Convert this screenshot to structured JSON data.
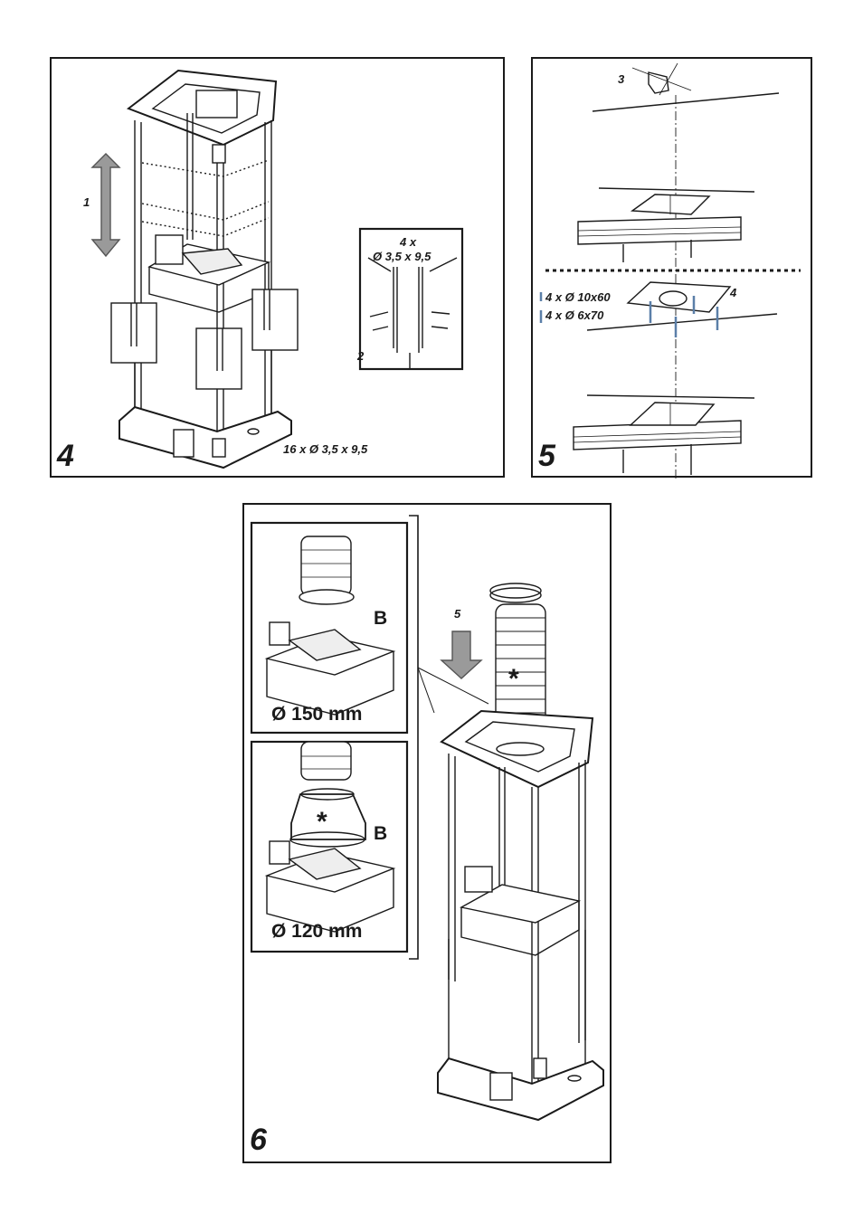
{
  "panel4": {
    "number": "4",
    "step1": "1",
    "step2": "2",
    "inset_label_line1": "4 x",
    "inset_label_line2": "Ø 3,5 x 9,5",
    "screws_label": "16 x Ø 3,5 x 9,5"
  },
  "panel5": {
    "number": "5",
    "step3": "3",
    "step4": "4",
    "plug_label": "4 x Ø 10x60",
    "screw_label": "4 x Ø 6x70"
  },
  "panel6": {
    "number": "6",
    "step5": "5",
    "star_main": "*",
    "star_reducer": "*",
    "inset_top": {
      "label_b": "B",
      "diameter": "Ø 150 mm"
    },
    "inset_bottom": {
      "label_b": "B",
      "diameter": "Ø 120 mm"
    }
  },
  "colors": {
    "line": "#1a1a1a",
    "arrow_gray": "#9a9a9a",
    "fixing_blue": "#5b7fa8"
  }
}
